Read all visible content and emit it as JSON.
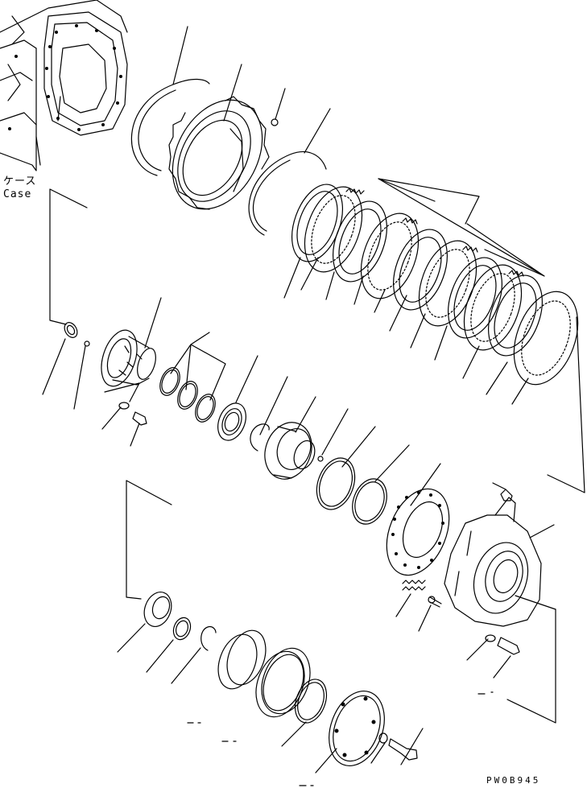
{
  "diagram": {
    "case_label_jp": "ケース",
    "case_label_en": "Case",
    "drawing_code": "PW0B945"
  },
  "colors": {
    "line": "#000000",
    "background": "#ffffff"
  }
}
